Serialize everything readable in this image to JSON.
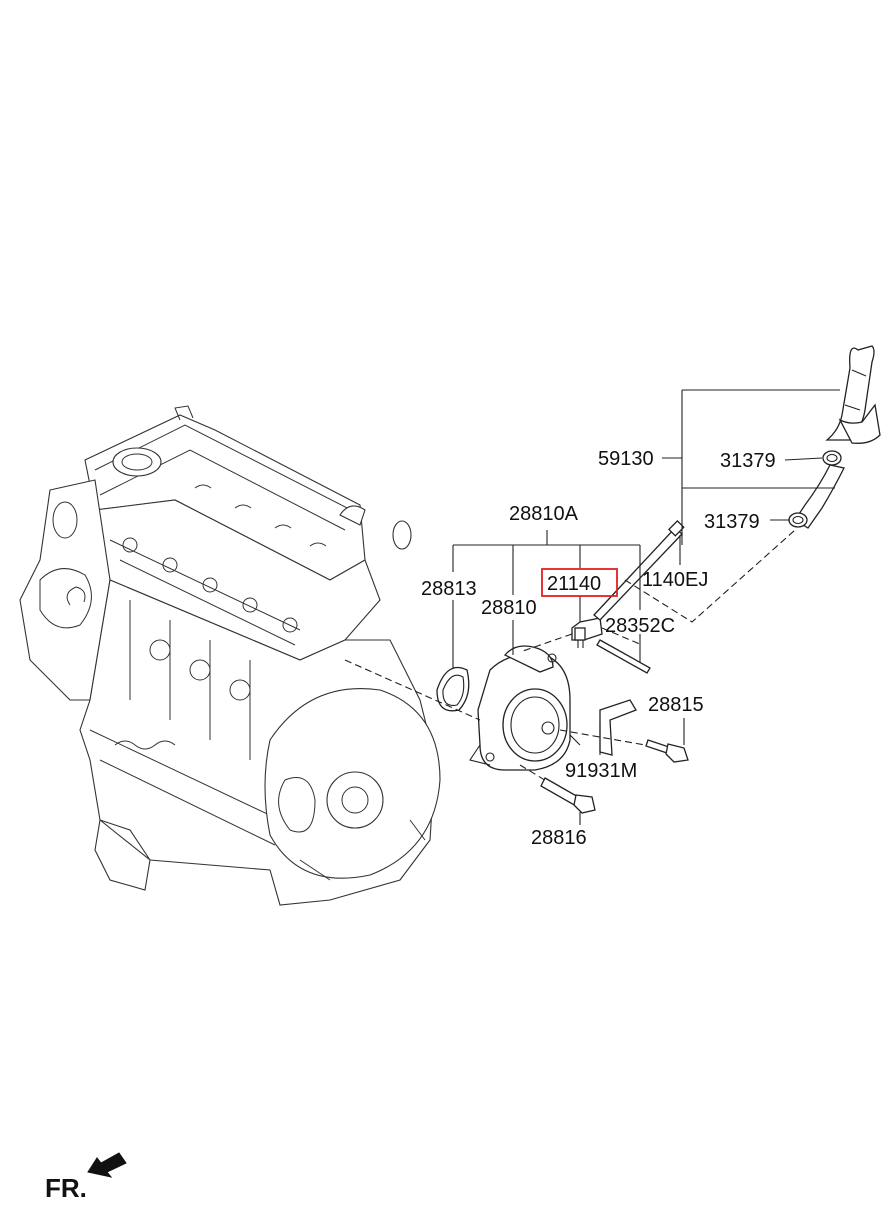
{
  "parts": {
    "p59130": "59130",
    "p31379a": "31379",
    "p31379b": "31379",
    "p28810A": "28810A",
    "p28813": "28813",
    "p28810": "28810",
    "p21140": "21140",
    "p1140EJ": "1140EJ",
    "p28352C": "28352C",
    "p28815": "28815",
    "p91931M": "91931M",
    "p28816": "28816"
  },
  "direction_label": "FR.",
  "highlight_color": "#e02020"
}
